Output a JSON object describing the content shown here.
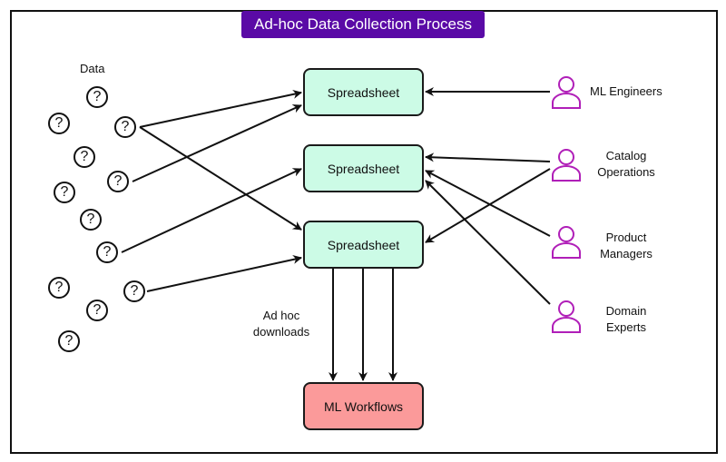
{
  "title": "Ad-hoc Data Collection Process",
  "data_label": "Data",
  "data_icon": "question-mark-icon",
  "question_mark_glyph": "?",
  "spreadsheets": [
    {
      "label": "Spreadsheet"
    },
    {
      "label": "Spreadsheet"
    },
    {
      "label": "Spreadsheet"
    }
  ],
  "workflow": {
    "label": "ML Workflows"
  },
  "downloads_label": {
    "line1": "Ad hoc",
    "line2": "downloads"
  },
  "roles": [
    {
      "line1": "ML Engineers",
      "line2": ""
    },
    {
      "line1": "Catalog",
      "line2": "Operations"
    },
    {
      "line1": "Product",
      "line2": "Managers"
    },
    {
      "line1": "Domain",
      "line2": "Experts"
    }
  ],
  "colors": {
    "title_bg": "#5a0aa6",
    "spreadsheet_fill": "#ccfbe6",
    "workflow_fill": "#fb9a9a",
    "person_icon": "#b01fb8"
  }
}
